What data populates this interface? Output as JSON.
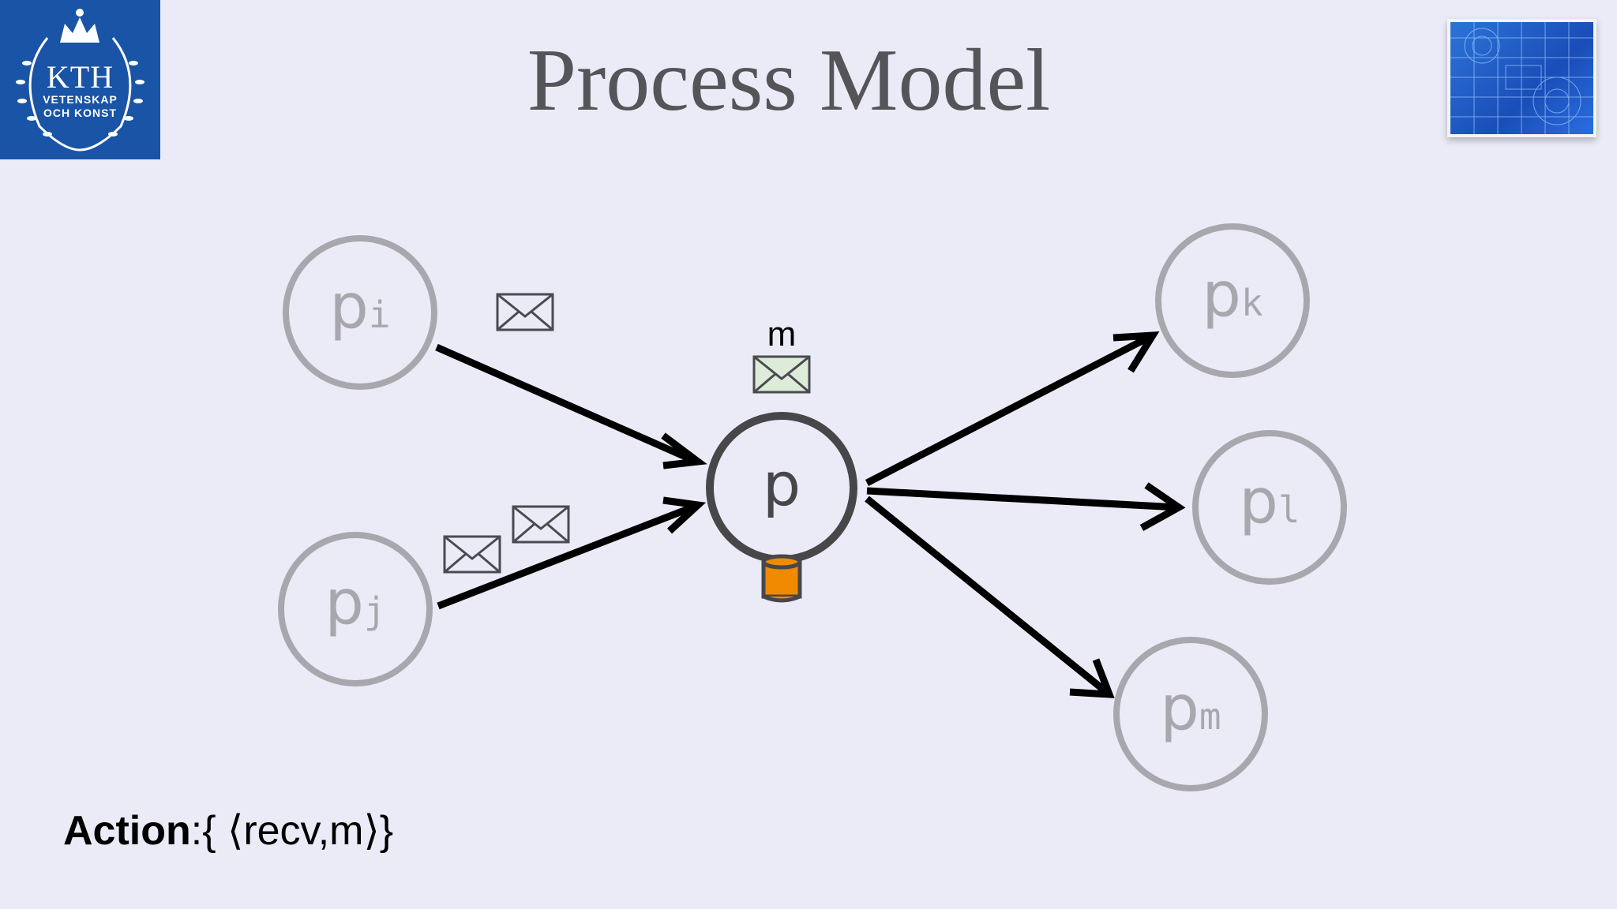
{
  "header": {
    "title": "Process Model",
    "logo": {
      "name": "KTH",
      "line1": "VETENSKAP",
      "line2": "OCH KONST"
    }
  },
  "diagram": {
    "center_process": {
      "label": "p"
    },
    "message_label": "m",
    "sources": [
      {
        "base": "p",
        "sub": "i"
      },
      {
        "base": "p",
        "sub": "j"
      }
    ],
    "targets": [
      {
        "base": "p",
        "sub": "k"
      },
      {
        "base": "p",
        "sub": "l"
      },
      {
        "base": "p",
        "sub": "m"
      }
    ],
    "colors": {
      "active": "#47474a",
      "inactive": "#a7a7ad",
      "arrow": "#000000",
      "message_fill": "#dcecd8",
      "storage": "#f08a00"
    }
  },
  "footer": {
    "action_keyword": "Action",
    "action_text": ":{ ⟨recv,m⟩}"
  }
}
